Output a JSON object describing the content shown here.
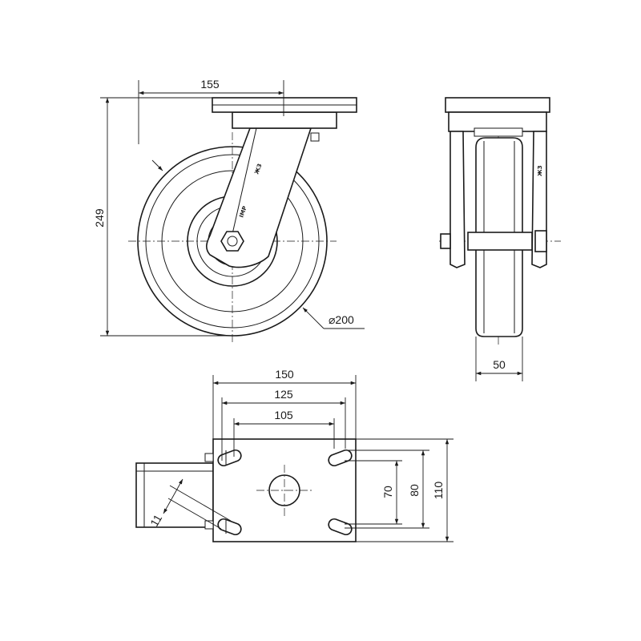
{
  "dimensions": {
    "swivel_width": "155",
    "overall_height": "249",
    "wheel_diameter": "⌀200",
    "wheel_width": "50",
    "plate_length": "150",
    "hole_spacing_outer": "125",
    "hole_spacing_inner": "105",
    "hole_spacing_short": "70",
    "hole_spacing_short_outer": "80",
    "plate_width": "110",
    "slot_width": "11"
  },
  "markings": {
    "fork_mark": "ЖЗ",
    "fork_stamp": "IMP"
  }
}
